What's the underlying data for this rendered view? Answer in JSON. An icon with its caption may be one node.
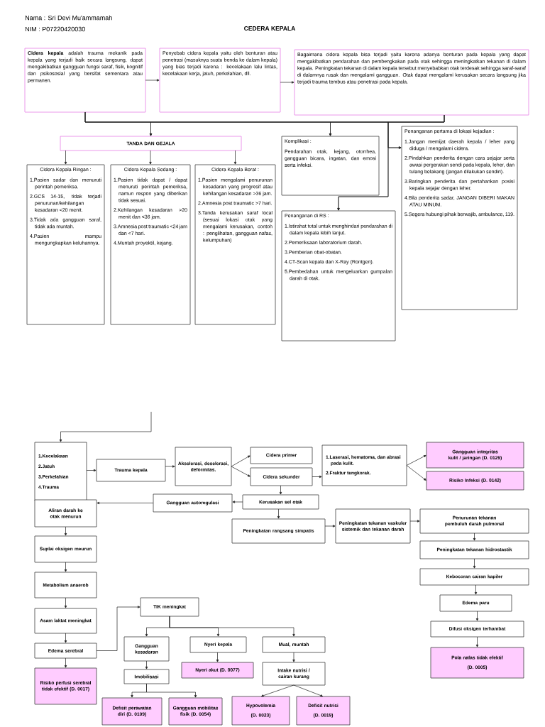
{
  "diagram": {
    "title": "CEDERA KEPALA",
    "labels": [
      "Nama : Sri Devi Mu'ammamah",
      "NIM : P07220420030"
    ],
    "nodes": [
      {
        "text": [
          "**Cidera kepala** adalah trauma mekanik pada kepala yang terjadi baik secara langsung, dapat mengakibatkan gangguan fungsi saraf, fisik, kognitif dan psikososial yang bersifat sementara atau permanen."
        ]
      },
      {
        "text": [
          "Penyebab cidera kepala yaitu oleh benturan atau penetrasi (masuknya suatu benda ke dalam kepala) yang bias terjadi karena : kecelakaan lalu lintas, kecelakaan kerja, jatuh, perkelahian, dll."
        ]
      },
      {
        "text": [
          "Bagaimana cidera kepala bisa terjadi yaitu karena adanya benturan pada kepala yang dapat mengakibatkan pendarahan dan pembengkakan pada otak sehingga meningkatkan tekanan di dalam kepala. Peningkatan tekanan di dalam kepala tersebut menyebabkan otak terdesak sehingga saraf-saraf di dalamnya rusak dan mengalami gangguan. Otak dapat mengalami kerusakan secara langsung jika terjadi trauma tembus atau penetrasi pada kepala."
        ]
      },
      {
        "text": [
          "TANDA DAN GEJALA"
        ]
      },
      {
        "text": [
          "Cidera Kepala Ringan :",
          "1.Pasien sadar dan menuruti perintah pemeriksa.",
          "2.GCS 14-15, tidak terjadi penurunan/kehilangan kesadaran <20 menit.",
          "3.Tidak ada gangguan saraf, tidak ada muntah.",
          "4.Pasien mampu mengungkapkan keluhannya."
        ]
      },
      {
        "text": [
          "Cidera Kepala Sedang :",
          "1.Pasien tidak dapat / dapat menuruti perintah pemeriksa, namun respon yang diberikan tidak sesuai.",
          "2.Kehilangan kesadaran >20 menit dan <36 jam.",
          "3.Amnesia post traumatic <24 jam dan <7 hari.",
          "4.Muntah proyektil, kejang."
        ]
      },
      {
        "text": [
          "Cidera Kepala Berat :",
          "1.Pasien mengalami penurunan kesadaran yang progresif atau kehilangan kesadaran >36 jam.",
          "2.Amnesia post traumatic >7 hari.",
          "3.Tanda kerusakan saraf local (sesuai lokasi otak yang mengalami kerusakan, contoh : penglihatan, gangguan nafas, kelumpuhan)"
        ]
      },
      {
        "text": [
          "Komplikasi :",
          "Pendarahan otak, kejang, otorrhea, gangguan bicara, ingatan, dan emosi serta infeksi."
        ]
      },
      {
        "text": [
          "Penanganan di RS :",
          "1.Istirahat total untuk menghindari pendarahan di dalam kepala lebih lanjut.",
          "2.Pemeriksaan laboratorium darah.",
          "3.Pemberian obat-obatan.",
          "4.CT-Scan kepala dan X-Ray (Rontgen).",
          "5.Pembedahan untuk mengeluarkan gumpalan darah di otak."
        ]
      },
      {
        "text": [
          "Penanganan pertama di lokasi kejadian :",
          "1.Jangan memijat daerah kepala / leher yang diduga / mengalami cidera.",
          "2.Pindahkan penderita dengan cara sejajar serta awasi pergerakan sendi pada kepala, leher, dan tulang belakang (jangan dilakukan sendiri).",
          "3.Baringkan penderita dan pertahankan posisi kepala sejajar dengan leher.",
          "4.Bila penderita sadar, JANGAN DIBERI MAKAN ATAU MINUM.",
          "5.Segera hubungi pihak berwajib, ambulance, 119."
        ]
      },
      {
        "text": [
          "1.Kecelakaan",
          "2.Jatuh",
          "3.Perkelahian",
          "4.Trauma"
        ]
      },
      {
        "text": [
          "Trauma kepala"
        ]
      },
      {
        "text": [
          "Akselerasi, deselerasi, deformitas."
        ]
      },
      {
        "text": [
          "Cidera primer"
        ]
      },
      {
        "text": [
          "Cidera sekunder"
        ]
      },
      {
        "text": [
          "1.Laserasi, hematoma, dan abrasi pada kulit.",
          "2.Fraktur tengkorak."
        ]
      },
      {
        "text": [
          "Gangguan integritas kulit / jaringan (D. 0129)"
        ]
      },
      {
        "text": [
          "Risiko Infeksi (D. 0142)"
        ]
      },
      {
        "text": [
          "Kerusakan sel otak"
        ]
      },
      {
        "text": [
          "Gangguan autoregulasi"
        ]
      },
      {
        "text": [
          "Aliran darah ke otak menurun"
        ]
      },
      {
        "text": [
          "Peningkatan rangsang simpatis"
        ]
      },
      {
        "text": [
          "Peningkatan tekanan vaskuler sistemik dan tekanan darah"
        ]
      },
      {
        "text": [
          "Penurunan tekanan pembuluh darah pulmonal"
        ]
      },
      {
        "text": [
          "Peningkatan tekanan hidrostastik"
        ]
      },
      {
        "text": [
          "Kebocoran cairan kapiler"
        ]
      },
      {
        "text": [
          "Edema paru"
        ]
      },
      {
        "text": [
          "Difusi oksigen terhambat"
        ]
      },
      {
        "text": [
          "Pola nafas tidak efektif",
          "(D. 0005)"
        ]
      },
      {
        "text": [
          "Suplai oksigen meurun"
        ]
      },
      {
        "text": [
          "Metabolism anaerob"
        ]
      },
      {
        "text": [
          "Asam laktat meningkat"
        ]
      },
      {
        "text": [
          "Edema serebral"
        ]
      },
      {
        "text": [
          "Risiko perfusi serebral tidak efektif (D. 0017)"
        ]
      },
      {
        "text": [
          "TIK meningkat"
        ]
      },
      {
        "text": [
          "Gangguan kesadaran"
        ]
      },
      {
        "text": [
          "Nyeri kepala"
        ]
      },
      {
        "text": [
          "Mual, muntah"
        ]
      },
      {
        "text": [
          "Imobilisasi"
        ]
      },
      {
        "text": [
          "Nyeri akut (D. 0077)"
        ]
      },
      {
        "text": [
          "Intake nutrisi / cairan kurang"
        ]
      },
      {
        "text": [
          "Defisit perawatan diri (D. 0109)"
        ]
      },
      {
        "text": [
          "Gangguan mobilitas fisik (D. 0054)"
        ]
      },
      {
        "text": [
          "Hypovolemia",
          "(D. 0023)"
        ]
      },
      {
        "text": [
          "Defisit nutrisi",
          "(D. 0019)"
        ]
      }
    ],
    "edges": [
      {
        "from": 0,
        "to": 1,
        "arrow": "to"
      },
      {
        "from": 1,
        "to": 2,
        "arrow": "to"
      },
      {
        "from": 0,
        "to": 3,
        "arrow": "to"
      },
      {
        "from": 2,
        "to": 3,
        "arrow": "to"
      },
      {
        "from": 0,
        "to": 7,
        "arrow": "to"
      },
      {
        "from": 2,
        "to": 7,
        "arrow": "to"
      },
      {
        "from": 0,
        "to": 8,
        "arrow": "to"
      },
      {
        "from": 2,
        "to": 8,
        "arrow": "to"
      },
      {
        "from": 0,
        "to": 9,
        "arrow": "to"
      },
      {
        "from": 2,
        "to": 9,
        "arrow": "to"
      },
      {
        "from": 3,
        "to": 4,
        "arrow": "to"
      },
      {
        "from": 3,
        "to": 5,
        "arrow": "to"
      },
      {
        "from": 3,
        "to": 6,
        "arrow": "to"
      },
      {
        "from": null,
        "to": 10,
        "arrow": "to"
      },
      {
        "from": 10,
        "to": 11,
        "arrow": "to"
      },
      {
        "from": 11,
        "to": 12,
        "arrow": "to"
      },
      {
        "from": 12,
        "to": 13,
        "arrow": "to"
      },
      {
        "from": 12,
        "to": 14,
        "arrow": "to"
      },
      {
        "from": 14,
        "to": 15,
        "arrow": "to"
      },
      {
        "from": 15,
        "to": 16,
        "arrow": "to"
      },
      {
        "from": 15,
        "to": 17,
        "arrow": "to"
      },
      {
        "from": 14,
        "to": 18,
        "arrow": "to"
      },
      {
        "from": 18,
        "to": 19,
        "arrow": "to"
      },
      {
        "from": 19,
        "to": 20,
        "arrow": "to"
      },
      {
        "from": 18,
        "to": 21,
        "arrow": "to"
      },
      {
        "from": 21,
        "to": 22,
        "arrow": "to"
      },
      {
        "from": 22,
        "to": 23,
        "arrow": "to"
      },
      {
        "from": 23,
        "to": 24,
        "arrow": "to"
      },
      {
        "from": 24,
        "to": 25,
        "arrow": "to"
      },
      {
        "from": 25,
        "to": 26,
        "arrow": "to"
      },
      {
        "from": 26,
        "to": 27,
        "arrow": "to"
      },
      {
        "from": 27,
        "to": 28,
        "arrow": "to"
      },
      {
        "from": 20,
        "to": 29,
        "arrow": "to"
      },
      {
        "from": 29,
        "to": 30,
        "arrow": "to"
      },
      {
        "from": 30,
        "to": 31,
        "arrow": "to"
      },
      {
        "from": 31,
        "to": 32,
        "arrow": "to"
      },
      {
        "from": 32,
        "to": 33,
        "arrow": "to"
      },
      {
        "from": 32,
        "to": 34,
        "arrow": "to"
      },
      {
        "from": 34,
        "to": 35,
        "arrow": "to"
      },
      {
        "from": 34,
        "to": 36,
        "arrow": "to"
      },
      {
        "from": 34,
        "to": 37,
        "arrow": "to"
      },
      {
        "from": 35,
        "to": 38,
        "arrow": "to"
      },
      {
        "from": 36,
        "to": 39,
        "arrow": "to"
      },
      {
        "from": 37,
        "to": 40,
        "arrow": "to"
      },
      {
        "from": 38,
        "to": 41,
        "arrow": "to"
      },
      {
        "from": 38,
        "to": 42,
        "arrow": "to"
      },
      {
        "from": 40,
        "to": 43,
        "arrow": "to"
      },
      {
        "from": 40,
        "to": 44,
        "arrow": "to"
      }
    ]
  }
}
